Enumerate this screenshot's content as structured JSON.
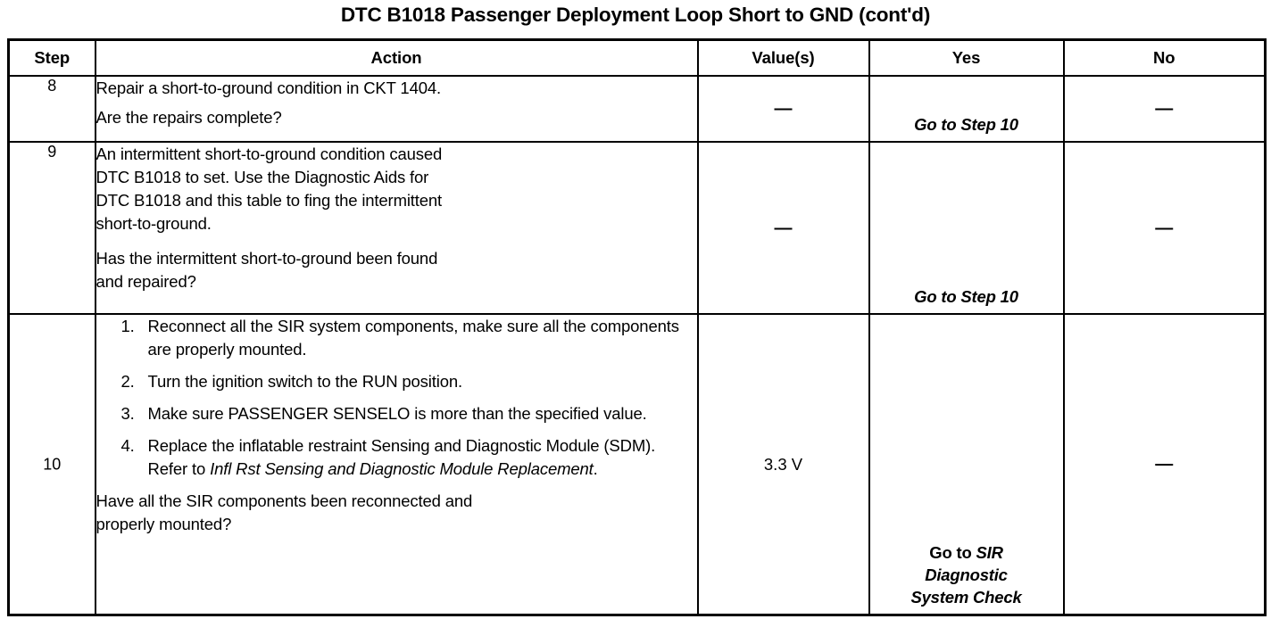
{
  "document": {
    "title": "DTC B1018 Passenger Deployment Loop Short to GND (cont'd)"
  },
  "table": {
    "columns": [
      {
        "key": "step",
        "label": "Step"
      },
      {
        "key": "action",
        "label": "Action"
      },
      {
        "key": "value",
        "label": "Value(s)"
      },
      {
        "key": "yes",
        "label": "Yes"
      },
      {
        "key": "no",
        "label": "No"
      }
    ],
    "rows": [
      {
        "step": "8",
        "action_paragraphs": [
          "Repair a short-to-ground condition in CKT 1404.",
          "Are the repairs complete?"
        ],
        "value": "—",
        "yes": "Go to Step 10",
        "no": "—"
      },
      {
        "step": "9",
        "action_paragraphs": [
          "An intermittent short-to-ground condition caused",
          "DTC B1018 to set. Use the Diagnostic Aids for",
          "DTC B1018 and this table to fing the intermittent",
          "short-to-ground.",
          "Has the intermittent short-to-ground been found",
          "and repaired?"
        ],
        "value": "—",
        "yes": "Go to Step 10",
        "no": "—"
      },
      {
        "step": "10",
        "action_list": [
          {
            "num": "1.",
            "text": "Reconnect all the SIR system components, make sure all the components are properly mounted."
          },
          {
            "num": "2.",
            "text": "Turn the ignition switch to the RUN position."
          },
          {
            "num": "3.",
            "text": "Make sure PASSENGER SENSELO is more than the specified value."
          },
          {
            "num": "4.",
            "text_plain": "Replace the inflatable restraint Sensing and Diagnostic Module (SDM). Refer to ",
            "text_italic": "Infl Rst Sensing and Diagnostic Module Replacement",
            "text_after": "."
          }
        ],
        "action_question": [
          "Have all the SIR components been reconnected and",
          "properly mounted?"
        ],
        "value": "3.3 V",
        "yes_prefix": "Go to ",
        "yes_italic_lines": [
          "SIR",
          "Diagnostic",
          "System Check"
        ],
        "no": "—"
      }
    ]
  },
  "style": {
    "ink": "#000000",
    "paper": "#ffffff"
  }
}
